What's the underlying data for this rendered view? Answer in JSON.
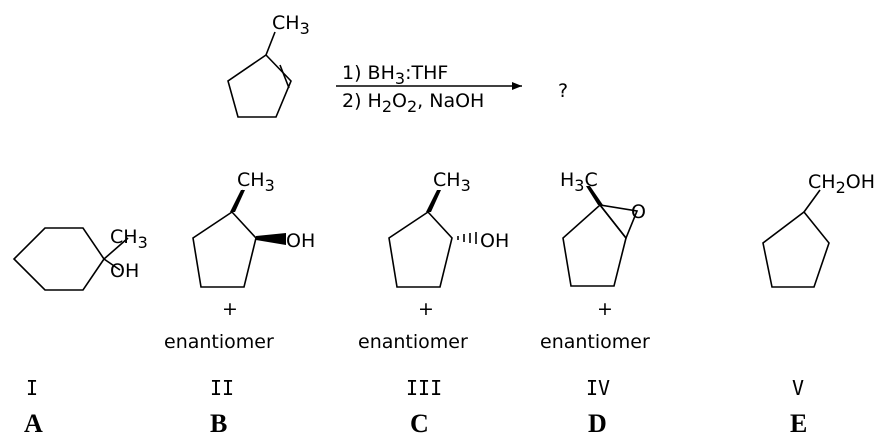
{
  "reaction": {
    "reactant_label": "CH",
    "reactant_sub": "3",
    "step1": "1) BH",
    "step1_sub": "3",
    "step1_rest": ":THF",
    "step2a": "2) H",
    "step2_sub1": "2",
    "step2b": "O",
    "step2_sub2": "2",
    "step2c": ", NaOH",
    "question": "?"
  },
  "choices": [
    {
      "numeral": "I",
      "letter": "A",
      "group1": "CH",
      "group1_sub": "3",
      "group2": "OH",
      "note": ""
    },
    {
      "numeral": "II",
      "letter": "B",
      "group1": "CH",
      "group1_sub": "3",
      "group2": "OH",
      "plus": "+",
      "note": "enantiomer"
    },
    {
      "numeral": "III",
      "letter": "C",
      "group1": "CH",
      "group1_sub": "3",
      "group2": "OH",
      "plus": "+",
      "note": "enantiomer"
    },
    {
      "numeral": "IV",
      "letter": "D",
      "group1": "H",
      "group1_sub": "3",
      "group1_tail": "C",
      "group2": "O",
      "plus": "+",
      "note": "enantiomer"
    },
    {
      "numeral": "V",
      "letter": "E",
      "group1": "CH",
      "group1_sub": "2",
      "group1_tail": "OH",
      "note": ""
    }
  ]
}
